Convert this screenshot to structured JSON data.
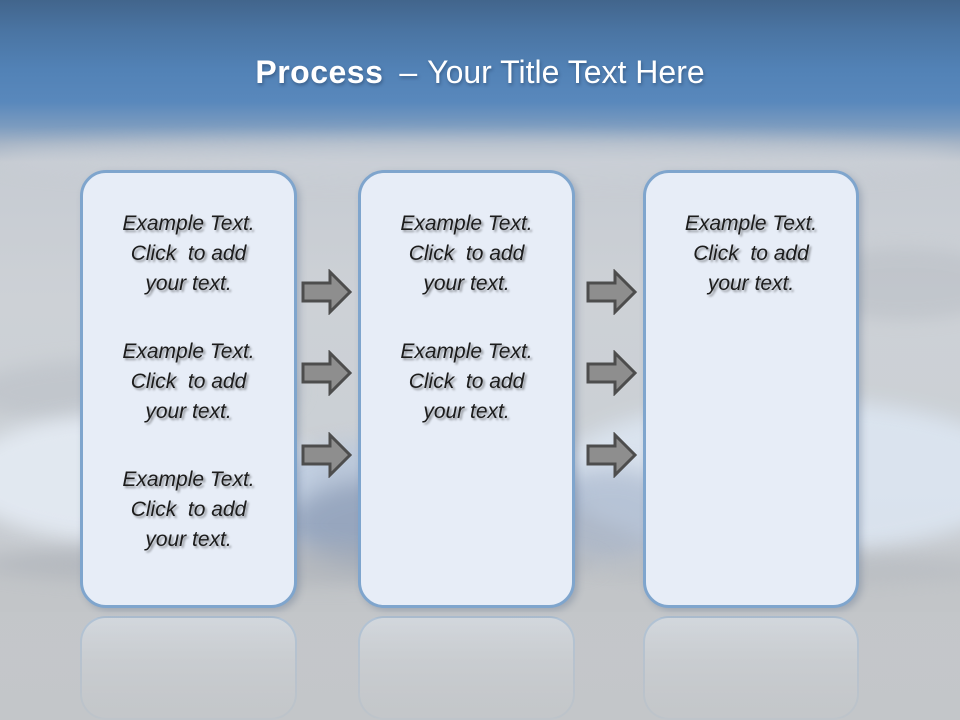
{
  "slide": {
    "title": {
      "emphasis": "Process",
      "separator": "–",
      "rest": "Your Title Text Here"
    }
  },
  "boxes": [
    {
      "name": "step-1",
      "paragraphs": [
        "Example Text.\nClick  to add\nyour text.",
        "Example Text.\nClick  to add\nyour text.",
        "Example Text.\nClick  to add\nyour text."
      ]
    },
    {
      "name": "step-2",
      "paragraphs": [
        "Example Text.\nClick  to add\nyour text.",
        "Example Text.\nClick  to add\nyour text."
      ]
    },
    {
      "name": "step-3",
      "paragraphs": [
        "Example Text.\nClick  to add\nyour text."
      ]
    }
  ],
  "arrows": {
    "direction": "right",
    "groups": [
      {
        "from": "step-1",
        "to": "step-2",
        "count": 3
      },
      {
        "from": "step-2",
        "to": "step-3",
        "count": 3
      }
    ]
  },
  "colors": {
    "header_top": "#44678d",
    "header_bottom": "#5585b9",
    "box_fill": "#e7edf7",
    "box_border": "#7fa5cd",
    "arrow_fill": "#8e8e8e",
    "arrow_stroke": "#4d4d4d",
    "title_text": "#ffffff",
    "body_text": "#1c1c1c"
  }
}
